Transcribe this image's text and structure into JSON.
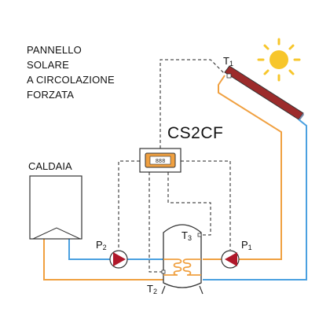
{
  "title_lines": [
    "PANNELLO",
    "SOLARE",
    "A CIRCOLAZIONE",
    "FORZATA"
  ],
  "controller_label": "CS2CF",
  "boiler_label": "CALDAIA",
  "sensors": [
    {
      "letter": "T",
      "index": "1"
    },
    {
      "letter": "T",
      "index": "2"
    },
    {
      "letter": "T",
      "index": "3"
    }
  ],
  "pumps": [
    {
      "letter": "P",
      "index": "2"
    },
    {
      "letter": "P",
      "index": "1"
    }
  ],
  "colors": {
    "hot_pipe": "#f0a040",
    "cold_pipe": "#4aa0e0",
    "pump": "#b0182a",
    "sun": "#f7c62b",
    "panel": "#9c2b2b",
    "wire": "#222222",
    "display": "#f0a040"
  }
}
